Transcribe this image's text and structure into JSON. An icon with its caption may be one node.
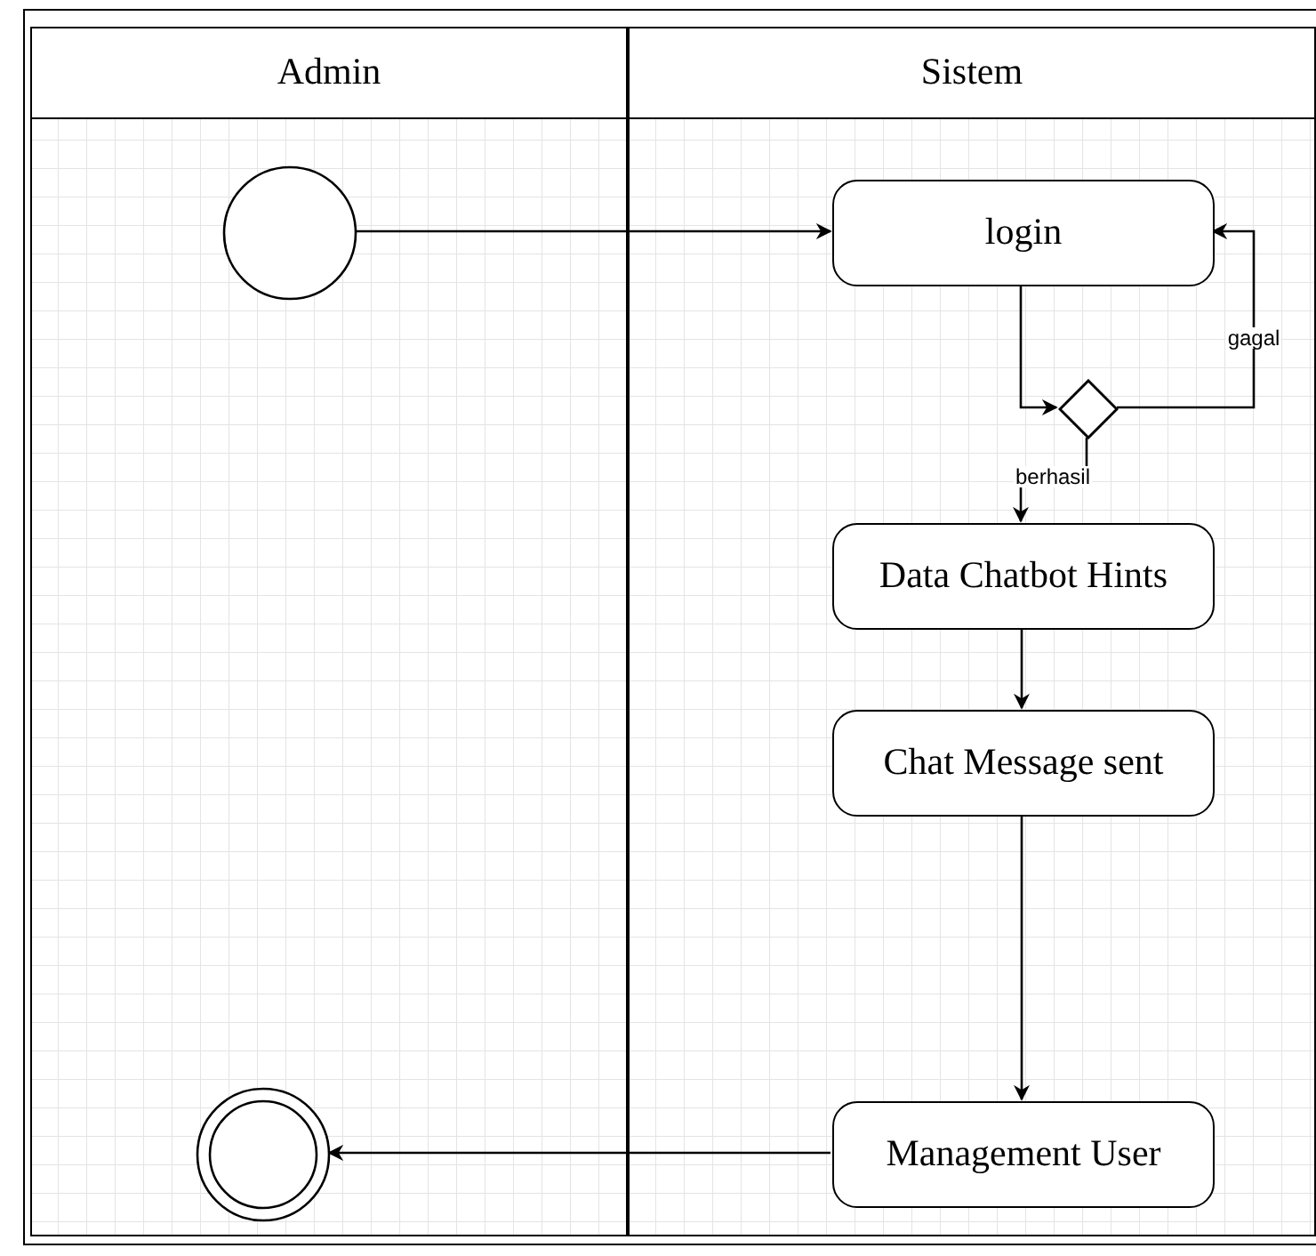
{
  "diagram": {
    "nodes": [
      {
        "text": [
          "Admin"
        ]
      },
      {
        "text": [
          "Sistem"
        ]
      },
      {
        "text": [],
        "shape": "circle",
        "in": 0
      },
      {
        "text": [
          "login"
        ],
        "in": 1
      },
      {
        "text": [],
        "shape": "diamond",
        "in": 1
      },
      {
        "text": [
          "Data Chatbot Hints"
        ],
        "in": 1
      },
      {
        "text": [
          "Chat Message sent"
        ],
        "in": 1
      },
      {
        "text": [
          "Management User"
        ],
        "in": 1
      },
      {
        "text": [],
        "shape": "circle",
        "in": 0
      }
    ],
    "edges": [
      {
        "from": 2,
        "to": 3,
        "arrow": "to"
      },
      {
        "from": 3,
        "to": 4,
        "arrow": "to"
      },
      {
        "from": 4,
        "to": 3,
        "arrow": "to",
        "label": "gagal"
      },
      {
        "from": 4,
        "to": 5,
        "arrow": "to",
        "label": "berhasil"
      },
      {
        "from": 5,
        "to": 6,
        "arrow": "to"
      },
      {
        "from": 6,
        "to": 7,
        "arrow": "to"
      },
      {
        "from": 7,
        "to": 8,
        "arrow": "to"
      }
    ]
  }
}
